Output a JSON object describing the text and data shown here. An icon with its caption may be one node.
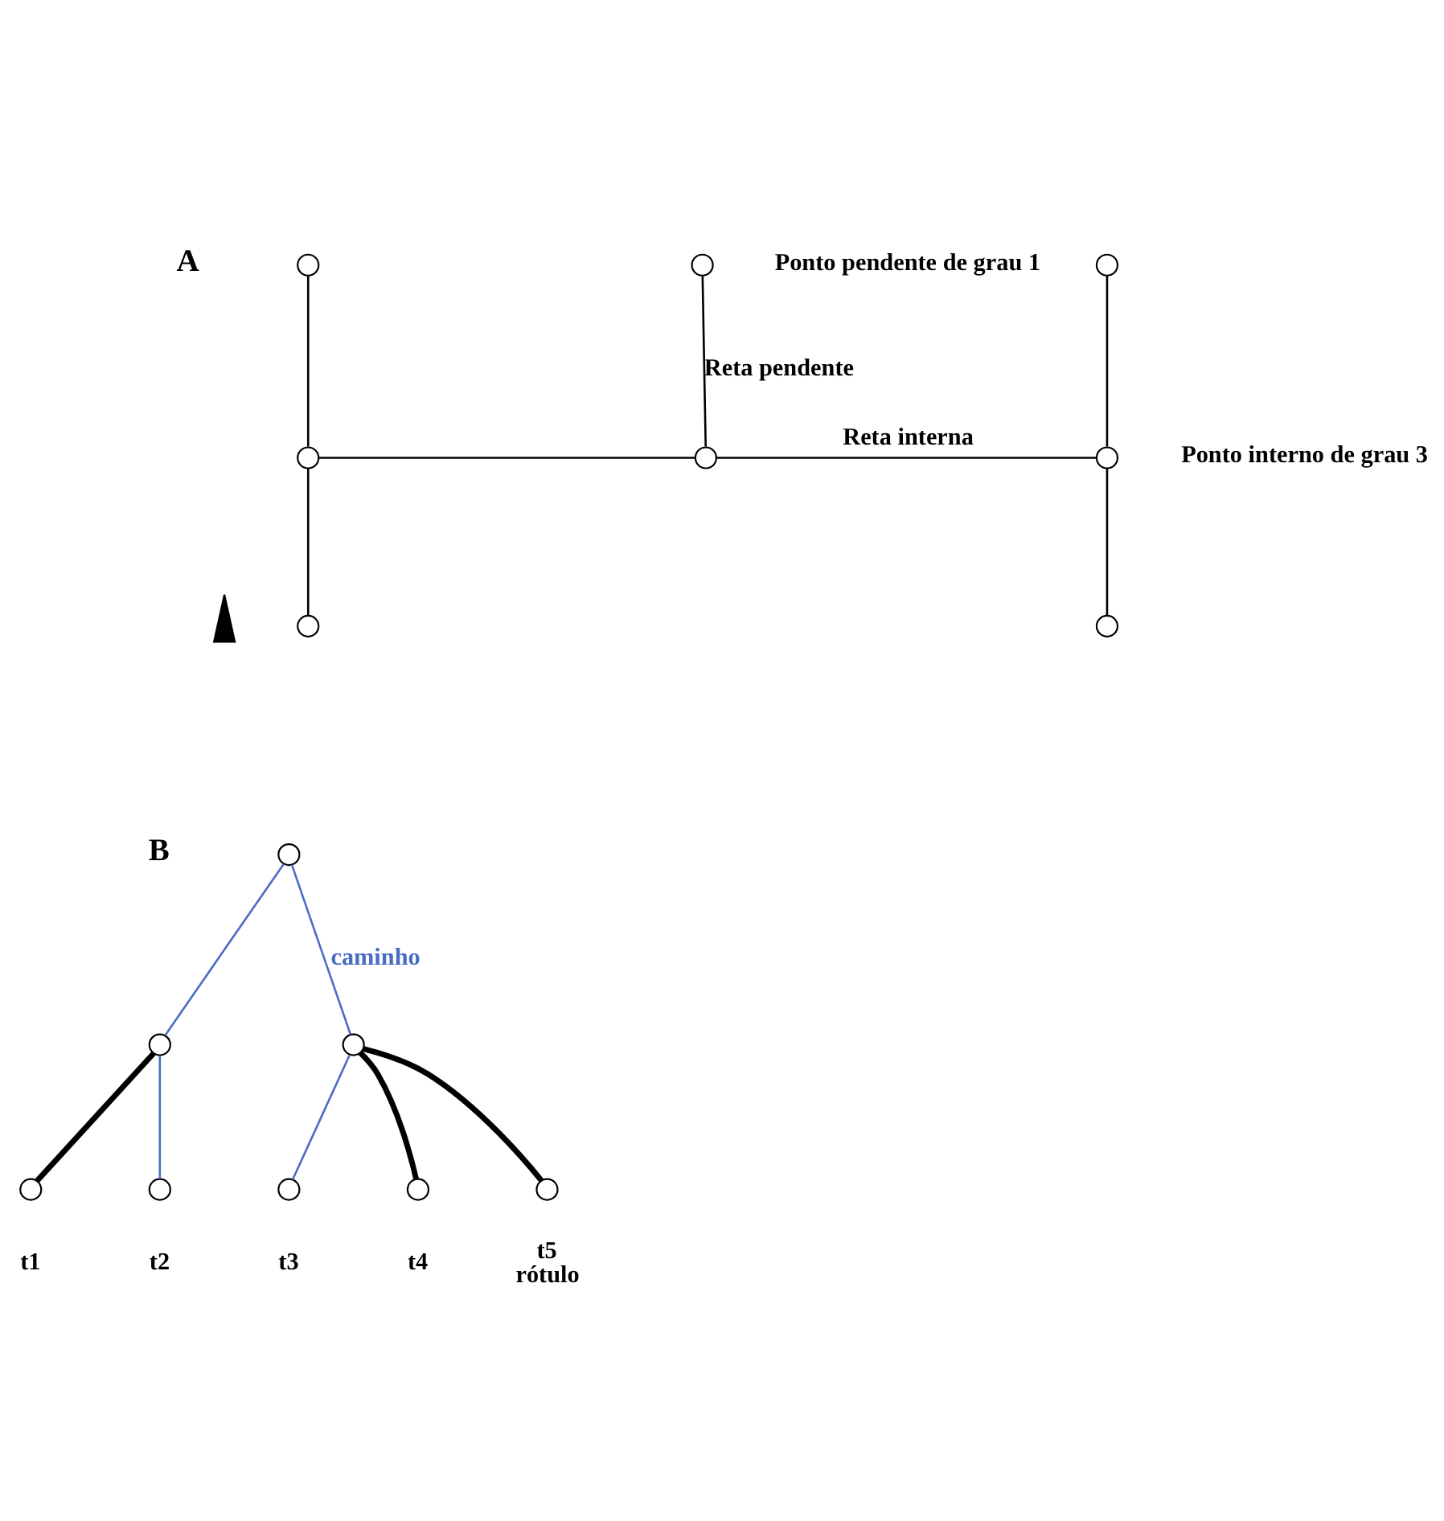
{
  "diagram": {
    "nodes": [
      {
        "text": [],
        "shape": "circle",
        "beside": [
          "Ponto pendente de grau 1"
        ]
      },
      {
        "text": [],
        "shape": "circle"
      },
      {
        "text": [],
        "shape": "circle"
      },
      {
        "text": [],
        "shape": "circle"
      },
      {
        "text": [],
        "shape": "circle"
      },
      {
        "text": [],
        "shape": "circle",
        "beside": [
          "Ponto interno de grau 3"
        ]
      },
      {
        "text": [],
        "shape": "circle"
      },
      {
        "text": [],
        "shape": "circle"
      },
      {
        "text": [],
        "shape": "arrow"
      },
      {
        "text": [],
        "shape": "circle"
      },
      {
        "text": [],
        "shape": "circle"
      },
      {
        "text": [],
        "shape": "circle"
      },
      {
        "text": [],
        "shape": "circle",
        "beside": [
          "t1"
        ]
      },
      {
        "text": [],
        "shape": "circle",
        "beside": [
          "t2"
        ]
      },
      {
        "text": [],
        "shape": "circle",
        "beside": [
          "t3"
        ]
      },
      {
        "text": [],
        "shape": "circle",
        "beside": [
          "t4"
        ]
      },
      {
        "text": [],
        "shape": "circle",
        "beside": [
          "t5",
          "rótulo"
        ]
      }
    ],
    "edges": [
      {
        "from": 1,
        "to": 3,
        "arrow": "none"
      },
      {
        "from": 0,
        "to": 4,
        "arrow": "none",
        "label": "Reta pendente"
      },
      {
        "from": 2,
        "to": 5,
        "arrow": "none"
      },
      {
        "from": 3,
        "to": 4,
        "arrow": "none"
      },
      {
        "from": 4,
        "to": 5,
        "arrow": "none",
        "label": "Reta interna"
      },
      {
        "from": 3,
        "to": 6,
        "arrow": "none"
      },
      {
        "from": 5,
        "to": 7,
        "arrow": "none"
      },
      {
        "from": 9,
        "to": 10,
        "arrow": "none",
        "color": "#4a6cc4"
      },
      {
        "from": 9,
        "to": 11,
        "arrow": "none",
        "color": "#4a6cc4",
        "label": "caminho"
      },
      {
        "from": 10,
        "to": 12,
        "arrow": "none",
        "style": "thick"
      },
      {
        "from": 10,
        "to": 13,
        "arrow": "none",
        "color": "#4a6cc4"
      },
      {
        "from": 11,
        "to": 14,
        "arrow": "none",
        "color": "#4a6cc4"
      },
      {
        "from": 11,
        "to": 15,
        "arrow": "none",
        "style": "thick"
      },
      {
        "from": 11,
        "to": 16,
        "arrow": "none",
        "style": "thick"
      }
    ],
    "labels": [
      "A",
      "B"
    ]
  }
}
